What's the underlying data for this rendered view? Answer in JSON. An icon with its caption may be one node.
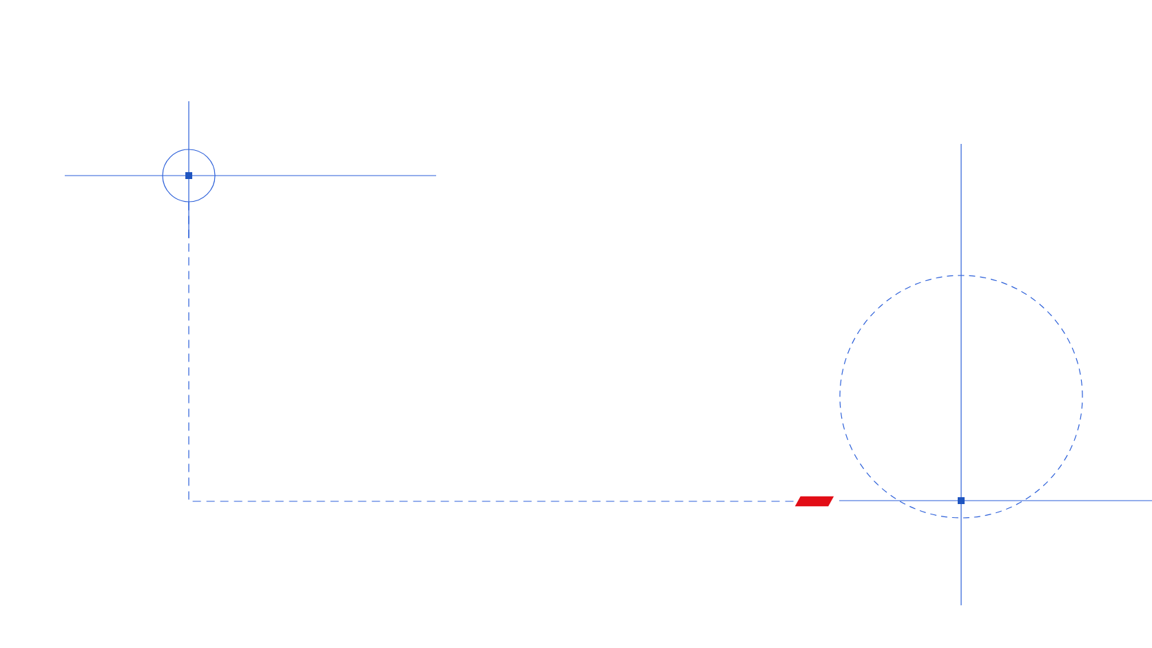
{
  "diagram": {
    "nodes": [
      {
        "text": [],
        "shape": "circle"
      },
      {
        "text": [],
        "shape": "parallelogram"
      },
      {
        "text": [],
        "shape": "circle"
      }
    ],
    "edges": [
      {
        "from": 0,
        "to": 1,
        "arrow": "none",
        "style": "dashed"
      }
    ]
  }
}
